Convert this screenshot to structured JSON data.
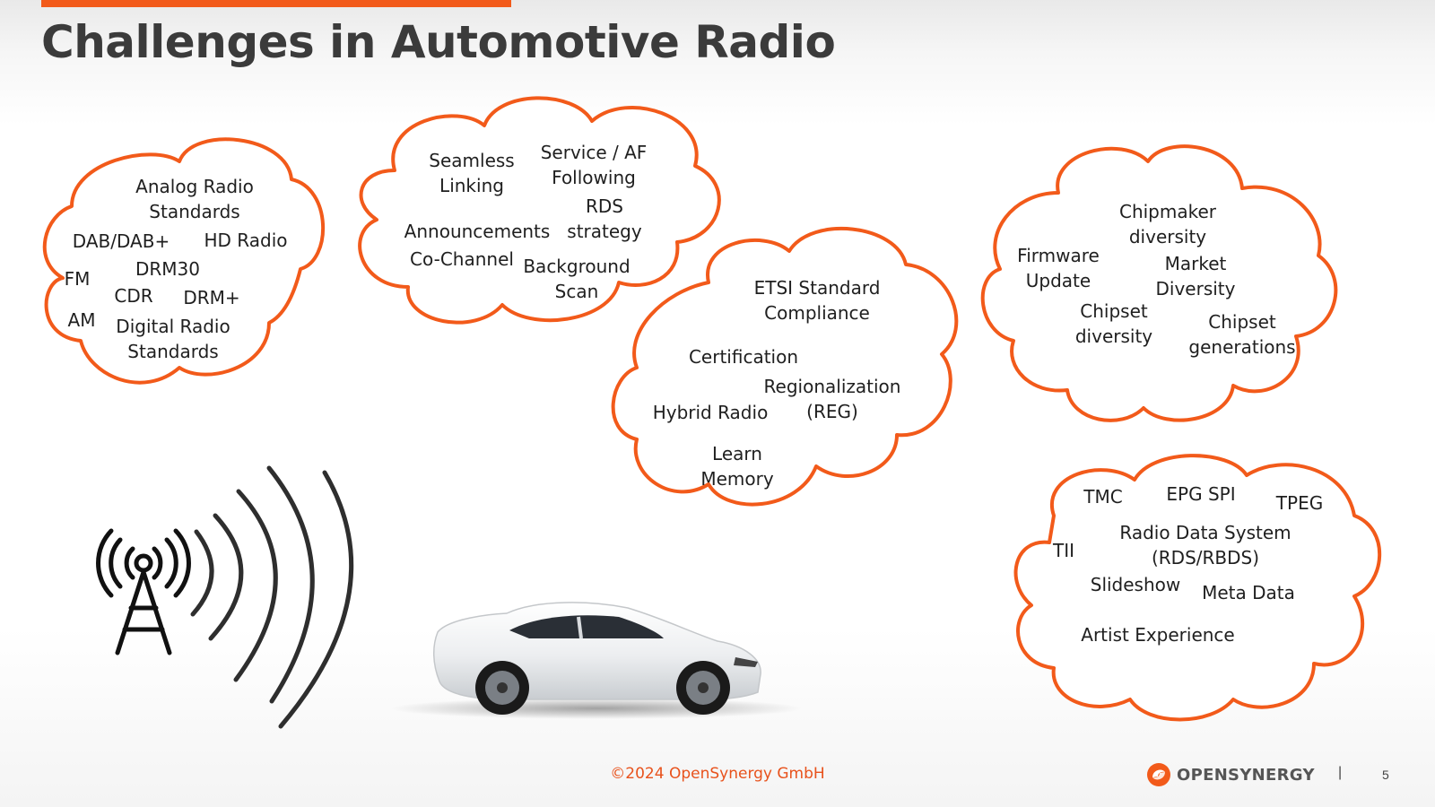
{
  "slide": {
    "title": "Challenges in Automotive Radio",
    "footer": "©2024 OpenSynergy GmbH",
    "brand": "OPENSYNERGY",
    "separator": "|",
    "page_number": "5",
    "accent_color": "#f25a1a"
  },
  "clouds": {
    "standards": {
      "analog": "Analog Radio\nStandards",
      "dab": "DAB/DAB+",
      "hd": "HD Radio",
      "fm": "FM",
      "drm30": "DRM30",
      "cdr": "CDR",
      "drmplus": "DRM+",
      "am": "AM",
      "digital": "Digital Radio\nStandards"
    },
    "tuning": {
      "seamless": "Seamless\nLinking",
      "service": "Service / AF\nFollowing",
      "rds": "RDS\nstrategy",
      "announcements": "Announcements",
      "cochannel": "Co-Channel",
      "background": "Background\nScan"
    },
    "compliance": {
      "etsi": "ETSI Standard\nCompliance",
      "certification": "Certification",
      "regionalization": "Regionalization\n(REG)",
      "hybrid": "Hybrid Radio",
      "learn": "Learn\nMemory"
    },
    "hardware": {
      "chipmaker": "Chipmaker\ndiversity",
      "firmware": "Firmware\nUpdate",
      "market": "Market\nDiversity",
      "chipset_div": "Chipset\ndiversity",
      "chipset_gen": "Chipset\ngenerations"
    },
    "data": {
      "tmc": "TMC",
      "epg": "EPG SPI",
      "tpeg": "TPEG",
      "rds": "Radio Data System\n(RDS/RBDS)",
      "tii": "TII",
      "slideshow": "Slideshow",
      "meta": "Meta Data",
      "artist": "Artist Experience"
    }
  }
}
